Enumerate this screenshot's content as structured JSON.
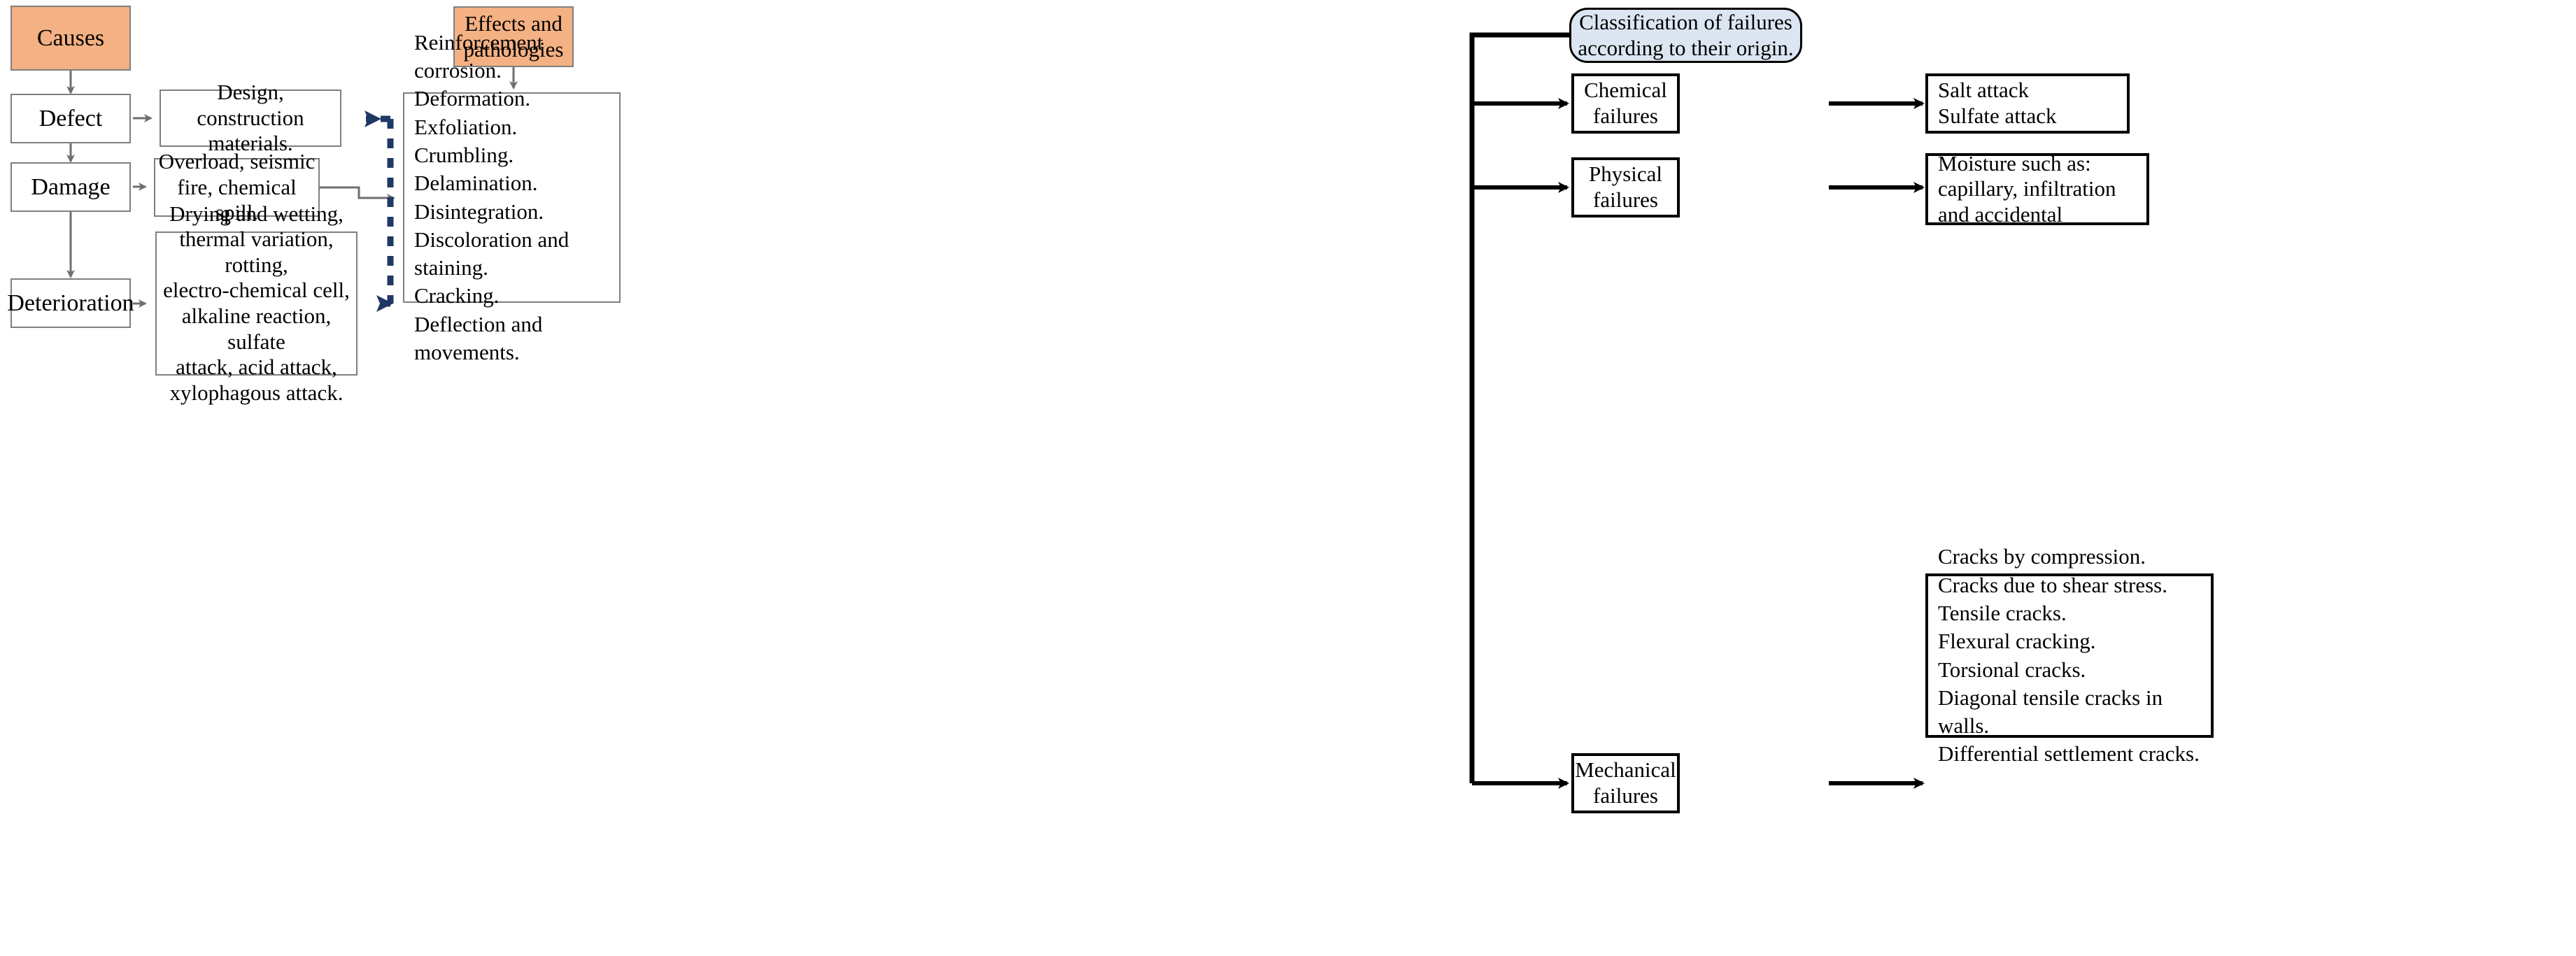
{
  "diagram": {
    "title_implicit": "Causes, effects and classification of building failures",
    "colors": {
      "orange_fill": "#F4B183",
      "blue_fill": "#DCE6F2",
      "thin_border": "#7F7F7F",
      "thick_border": "#000000",
      "dashed_connector": "#1F3864",
      "arrow_gray": "#7F7F7F",
      "text": "#000000"
    }
  },
  "causes_column": {
    "header": "Causes",
    "items": [
      {
        "label": "Defect"
      },
      {
        "label": "Damage"
      },
      {
        "label": "Deterioration"
      }
    ]
  },
  "cause_details": [
    {
      "text": "Design, construction\nmaterials."
    },
    {
      "text": "Overload, seismic\nfire, chemical  spill."
    },
    {
      "text": "Drying  and wetting,\nthermal  variation,  rotting,\nelectro-chemical  cell,\nalkaline  reaction, sulfate\nattack, acid attack,\nxylophagous attack."
    }
  ],
  "effects": {
    "header": "Effects and\npathologies",
    "list": [
      "Reinforcement  corrosion.",
      "Deformation.",
      "Exfoliation.",
      "Crumbling.",
      "Delamination.",
      "Disintegration.",
      "Discoloration and staining.",
      "Cracking.",
      "Deflection  and movements."
    ]
  },
  "classification": {
    "header": "Classification  of failures\naccording to their  origin.",
    "categories": [
      {
        "label": "Chemical\nfailures",
        "detail": "Salt attack\nSulfate attack"
      },
      {
        "label": "Physical\nfailures",
        "detail": "Moisture such as:\ncapillary,  infiltration\nand accidental"
      },
      {
        "label": "Mechanical\nfailures",
        "detail": "Cracks by compression.\nCracks due to shear stress.\nTensile  cracks.\nFlexural  cracking.\nTorsional  cracks.\nDiagonal  tensile  cracks in walls.\nDifferential  settlement  cracks."
      }
    ]
  }
}
